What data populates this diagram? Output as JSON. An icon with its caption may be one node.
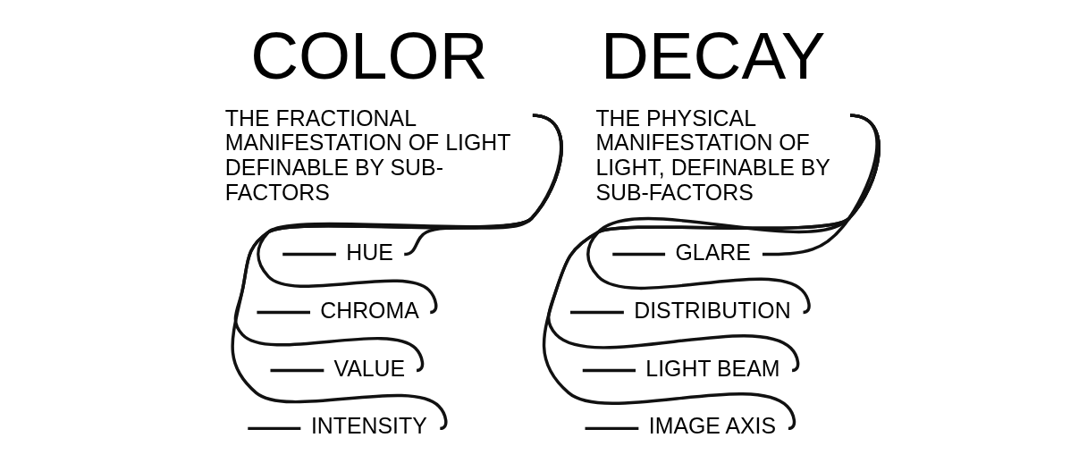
{
  "diagram": {
    "nodes": [
      {
        "text": [
          "COLOR",
          "THE FRACTIONAL MANIFESTATION OF LIGHT DEFINABLE BY SUB-FACTORS"
        ]
      },
      {
        "text": [
          "HUE"
        ]
      },
      {
        "text": [
          "CHROMA"
        ]
      },
      {
        "text": [
          "VALUE"
        ]
      },
      {
        "text": [
          "INTENSITY"
        ]
      },
      {
        "text": [
          "DECAY",
          "THE PHYSICAL MANIFESTATION OF LIGHT, DEFINABLE BY SUB-FACTORS"
        ]
      },
      {
        "text": [
          "GLARE"
        ]
      },
      {
        "text": [
          "DISTRIBUTION"
        ]
      },
      {
        "text": [
          "LIGHT BEAM"
        ]
      },
      {
        "text": [
          "IMAGE AXIS"
        ]
      }
    ],
    "edges": [
      {
        "from": 0,
        "to": 1,
        "arrow": "none"
      },
      {
        "from": 0,
        "to": 2,
        "arrow": "none"
      },
      {
        "from": 0,
        "to": 3,
        "arrow": "none"
      },
      {
        "from": 0,
        "to": 4,
        "arrow": "none"
      },
      {
        "from": null,
        "to": 1,
        "arrow": "none"
      },
      {
        "from": null,
        "to": 2,
        "arrow": "none"
      },
      {
        "from": null,
        "to": 3,
        "arrow": "none"
      },
      {
        "from": null,
        "to": 4,
        "arrow": "none"
      },
      {
        "from": 5,
        "to": 6,
        "arrow": "none"
      },
      {
        "from": 5,
        "to": 7,
        "arrow": "none"
      },
      {
        "from": 5,
        "to": 8,
        "arrow": "none"
      },
      {
        "from": 5,
        "to": 9,
        "arrow": "none"
      },
      {
        "from": null,
        "to": 6,
        "arrow": "none"
      },
      {
        "from": null,
        "to": 7,
        "arrow": "none"
      },
      {
        "from": null,
        "to": 8,
        "arrow": "none"
      },
      {
        "from": null,
        "to": 9,
        "arrow": "none"
      }
    ]
  }
}
